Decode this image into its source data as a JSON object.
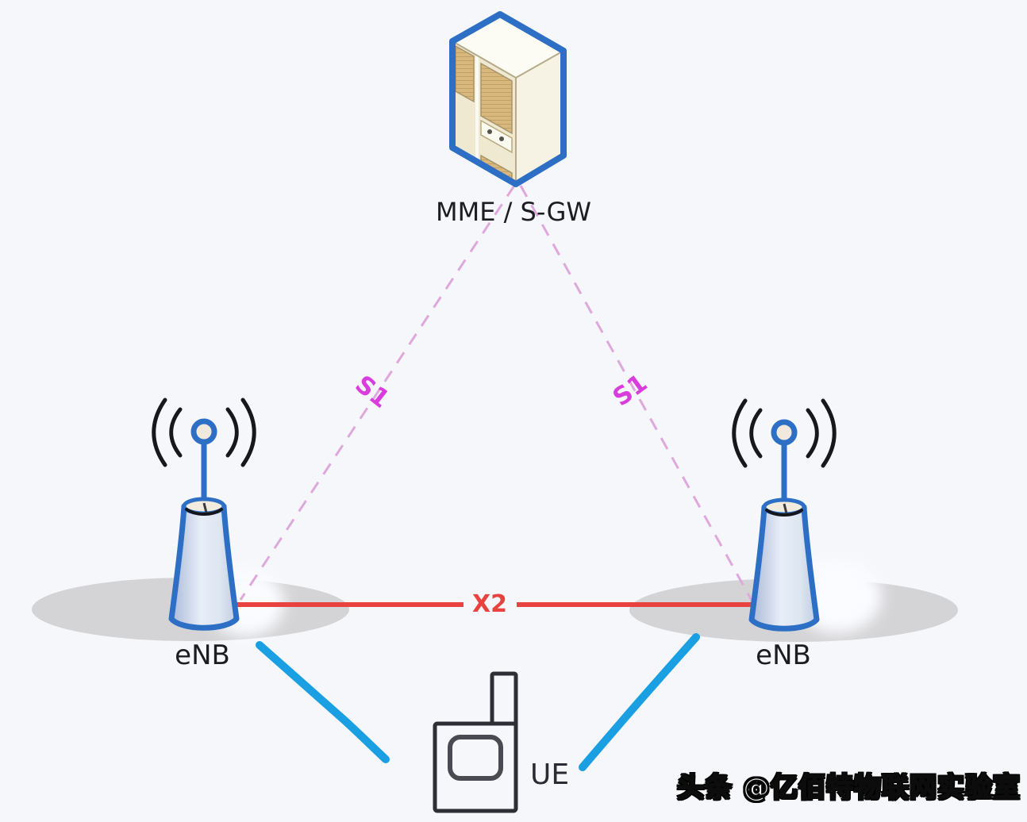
{
  "diagram": {
    "title_node": {
      "label": "MME / S-GW"
    },
    "nodes": {
      "enb_left": {
        "label": "eNB"
      },
      "enb_right": {
        "label": "eNB"
      },
      "ue": {
        "label": "UE"
      }
    },
    "links": {
      "s1_left": {
        "label": "S1"
      },
      "s1_right": {
        "label": "S1"
      },
      "x2": {
        "label": "X2"
      }
    },
    "watermark": "头条 @亿佰特物联网实验室"
  },
  "colors": {
    "bg": "#f5f7fa",
    "ink": "#1c1c22",
    "node-blue": "#2e6fc6",
    "red": "#e8433e",
    "pink": "#dfa8dc",
    "magenta": "#d93ddd",
    "sky": "#1a9fe3",
    "ground": "#d4d4d7",
    "vent": "#d9b87e"
  }
}
